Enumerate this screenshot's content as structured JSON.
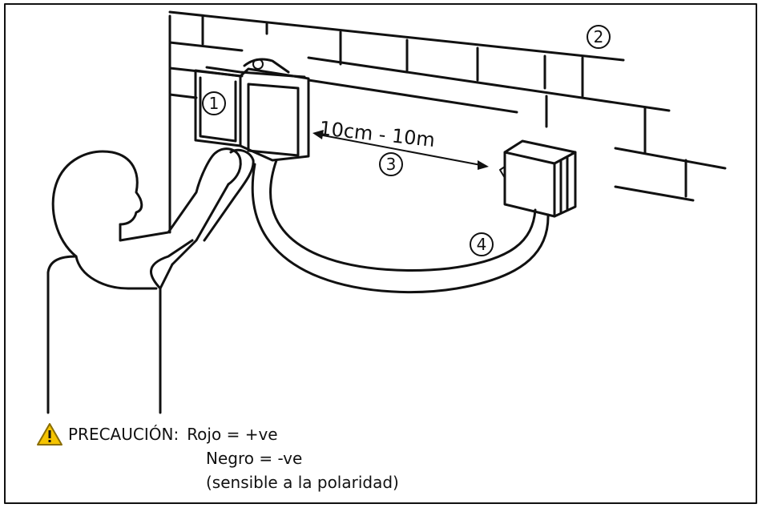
{
  "callouts": {
    "illuminator": "1",
    "wall": "2",
    "distance": "3",
    "cable": "4"
  },
  "distance_label": "10cm - 10m",
  "caution": {
    "icon": "warning-triangle-icon",
    "label": "PRECAUCIÓN:",
    "line1": "Rojo = +ve",
    "line2": "Negro = -ve",
    "line3": "(sensible a la polaridad)"
  },
  "colors": {
    "warning_fill": "#f5c400",
    "line": "#111111"
  }
}
